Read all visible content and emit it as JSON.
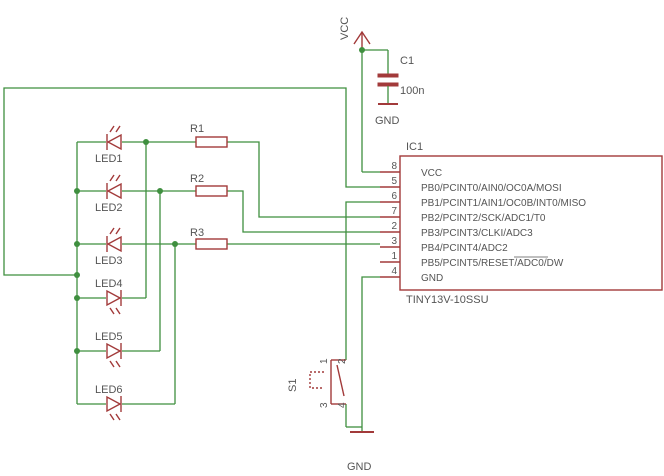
{
  "vcc_label": "VCC",
  "gnd_top_label": "GND",
  "gnd_bottom_label": "GND",
  "c1": {
    "name": "C1",
    "value": "100n"
  },
  "resistors": [
    "R1",
    "R2",
    "R3"
  ],
  "leds": [
    "LED1",
    "LED2",
    "LED3",
    "LED4",
    "LED5",
    "LED6"
  ],
  "switch_name": "S1",
  "switch_pins": [
    "1",
    "2",
    "3",
    "4"
  ],
  "ic": {
    "name": "IC1",
    "part": "TINY13V-10SSU",
    "pins": [
      {
        "num": "8",
        "label": "VCC"
      },
      {
        "num": "5",
        "label": "PB0/PCINT0/AIN0/OC0A/MOSI"
      },
      {
        "num": "6",
        "label": "PB1/PCINT1/AIN1/OC0B/INT0/MISO"
      },
      {
        "num": "7",
        "label": "PB2/PCINT2/SCK/ADC1/T0"
      },
      {
        "num": "2",
        "label": "PB3/PCINT3/CLKI/ADC3"
      },
      {
        "num": "3",
        "label": "PB4/PCINT4/ADC2"
      },
      {
        "num": "1",
        "label": "PB5/PCINT5/RESET/ADC0/DW"
      },
      {
        "num": "4",
        "label": "GND"
      }
    ]
  },
  "colors": {
    "wire": "#3f8f3f",
    "part": "#a23a3a",
    "text": "#555555"
  }
}
